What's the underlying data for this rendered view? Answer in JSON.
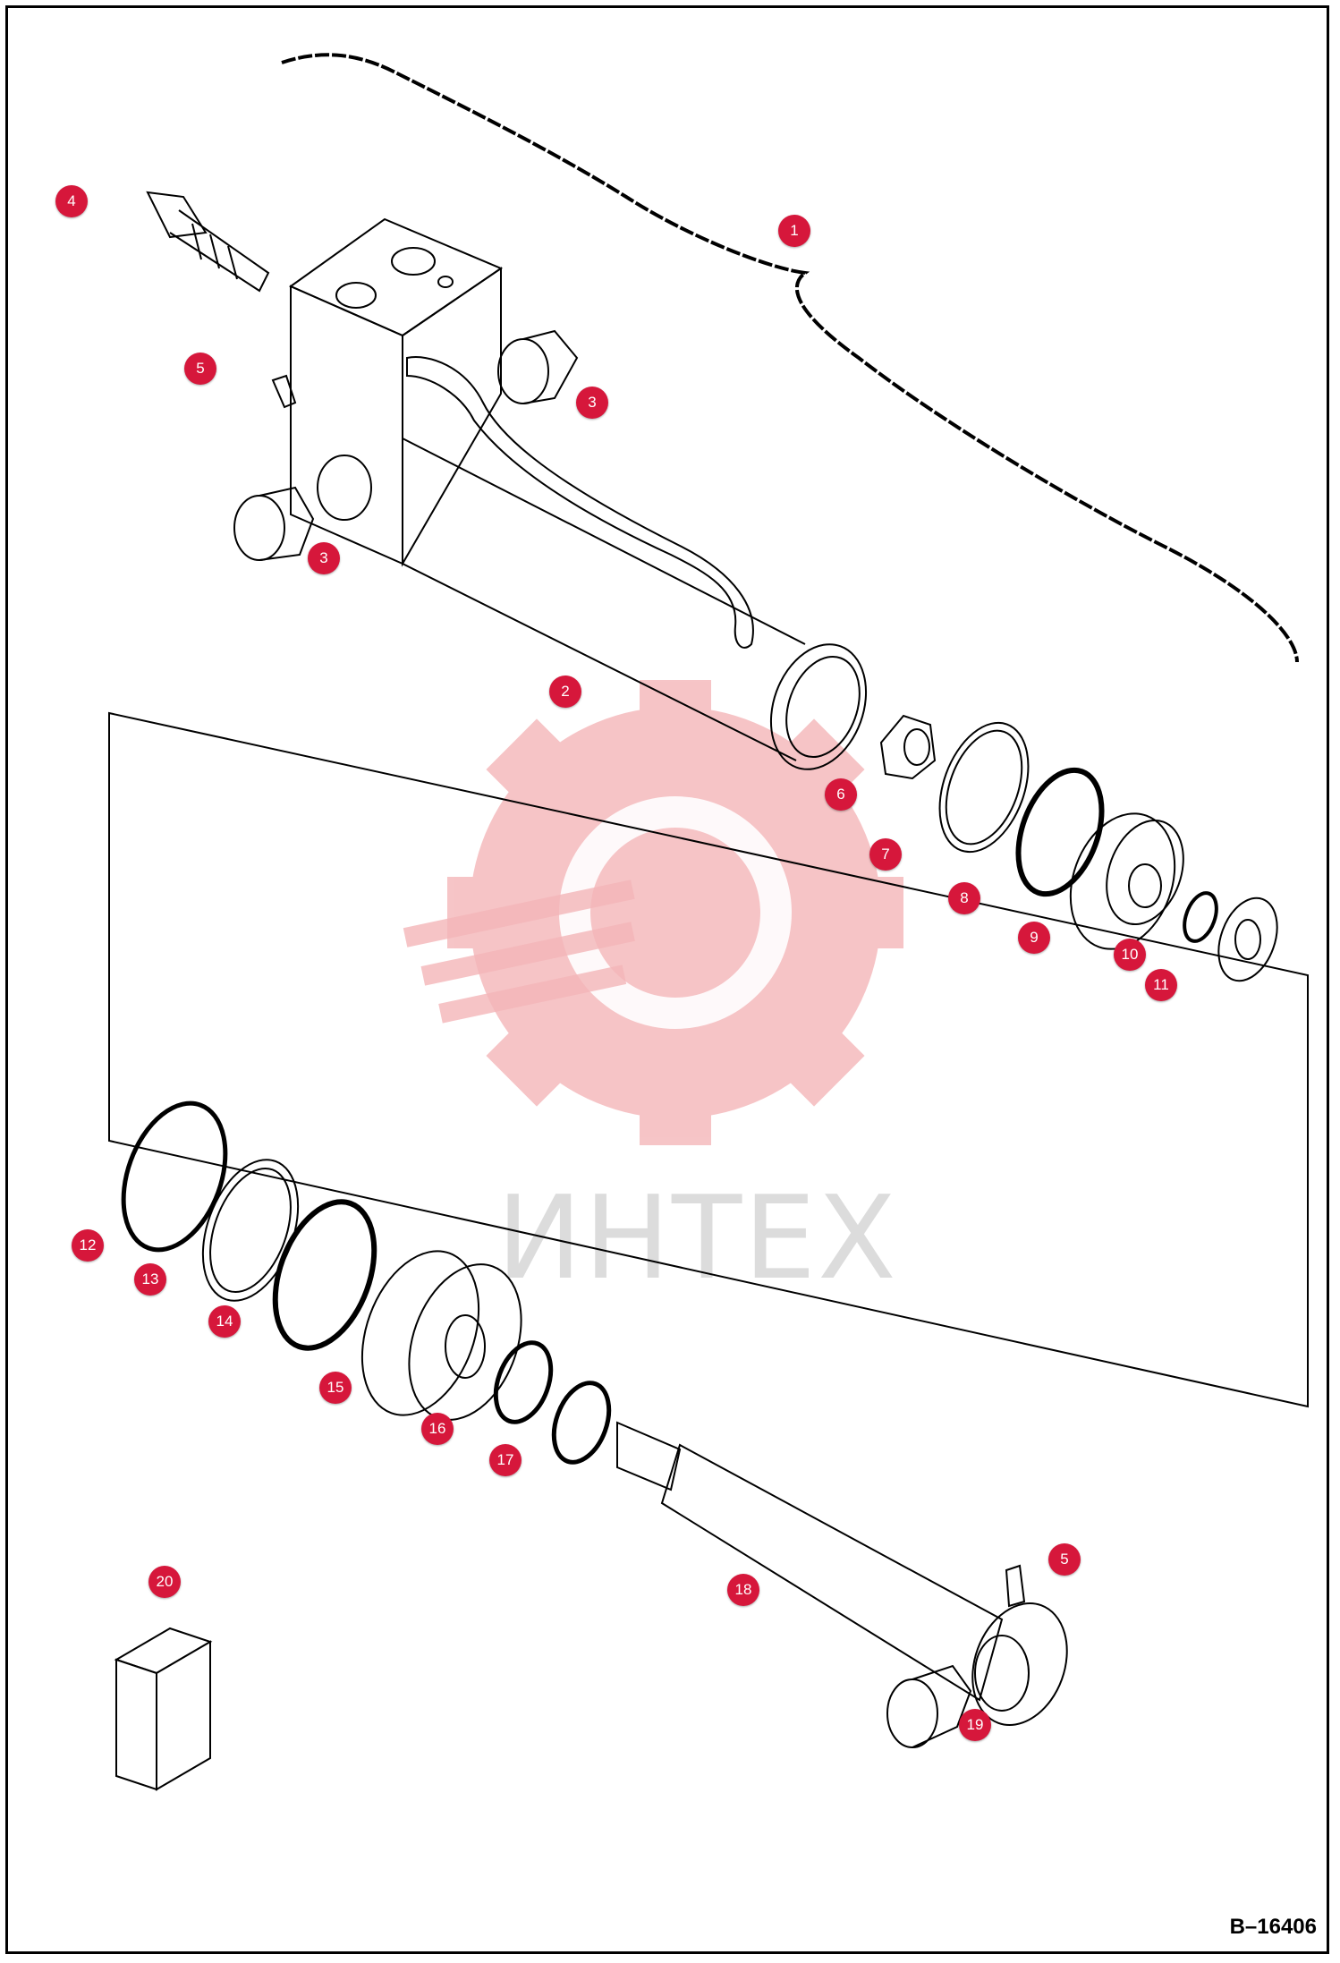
{
  "drawing": {
    "id": "B–16406",
    "watermark": "ИНТЕХ",
    "accent_color": "#d6173b",
    "watermark_color": "#f3b0b4"
  },
  "callouts": [
    "1",
    "2",
    "3",
    "3",
    "4",
    "5",
    "5",
    "6",
    "7",
    "8",
    "9",
    "10",
    "11",
    "12",
    "13",
    "14",
    "15",
    "16",
    "17",
    "18",
    "19",
    "20"
  ]
}
